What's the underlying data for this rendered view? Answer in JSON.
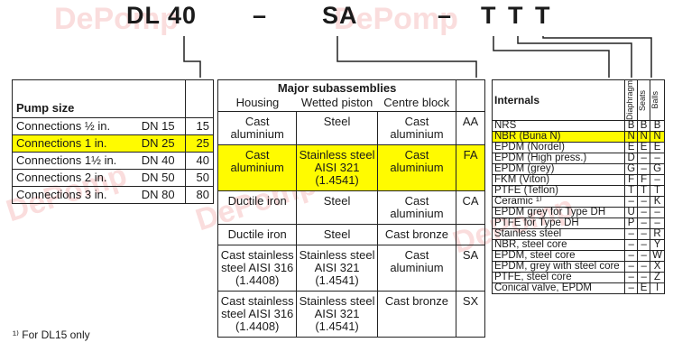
{
  "code": {
    "model": "DL 40",
    "dash1": "–",
    "sa": "SA",
    "dash2": "–",
    "t1": "T",
    "t2": "T",
    "t3": "T"
  },
  "pump": {
    "title": "Pump size",
    "rows": [
      {
        "conn": "Connections ½ in.",
        "dn": "DN 15",
        "val": "15",
        "hl": false
      },
      {
        "conn": "Connections 1 in.",
        "dn": "DN 25",
        "val": "25",
        "hl": true
      },
      {
        "conn": "Connections 1½ in.",
        "dn": "DN 40",
        "val": "40",
        "hl": false
      },
      {
        "conn": "Connections 2 in.",
        "dn": "DN 50",
        "val": "50",
        "hl": false
      },
      {
        "conn": "Connections 3 in.",
        "dn": "DN 80",
        "val": "80",
        "hl": false
      }
    ]
  },
  "major": {
    "title": "Major subassemblies",
    "headers": [
      "Housing",
      "Wetted piston",
      "Centre block"
    ],
    "rows": [
      {
        "h": "Cast aluminium",
        "p": "Steel",
        "c": "Cast aluminium",
        "code": "AA",
        "hl": false
      },
      {
        "h": "Cast aluminium",
        "p": "Stainless steel AISI 321 (1.4541)",
        "c": "Cast aluminium",
        "code": "FA",
        "hl": true
      },
      {
        "h": "Ductile iron",
        "p": "Steel",
        "c": "Cast aluminium",
        "code": "CA",
        "hl": false
      },
      {
        "h": "Ductile iron",
        "p": "Steel",
        "c": "Cast bronze",
        "code": "",
        "hl": false
      },
      {
        "h": "Cast stainless steel AISI 316 (1.4408)",
        "p": "Stainless steel AISI 321 (1.4541)",
        "c": "Cast aluminium",
        "code": "SA",
        "hl": false
      },
      {
        "h": "Cast stainless steel AISI 316 (1.4408)",
        "p": "Stainless steel AISI 321 (1.4541)",
        "c": "Cast bronze",
        "code": "SX",
        "hl": false
      }
    ]
  },
  "internals": {
    "title": "Internals",
    "cols": [
      "Diaphragm",
      "Seats",
      "Balls"
    ],
    "rows": [
      {
        "n": "NRS",
        "a": "B",
        "b": "B",
        "c": "B",
        "hl": false
      },
      {
        "n": "NBR (Buna N)",
        "a": "N",
        "b": "N",
        "c": "N",
        "hl": true
      },
      {
        "n": "EPDM (Nordel)",
        "a": "E",
        "b": "E",
        "c": "E",
        "hl": false
      },
      {
        "n": "EPDM (High press.)",
        "a": "D",
        "b": "–",
        "c": "–",
        "hl": false
      },
      {
        "n": "EPDM (grey)",
        "a": "G",
        "b": "–",
        "c": "G",
        "hl": false
      },
      {
        "n": "FKM (Viton)",
        "a": "F",
        "b": "F",
        "c": "–",
        "hl": false
      },
      {
        "n": "PTFE (Teflon)",
        "a": "T",
        "b": "T",
        "c": "T",
        "hl": false
      },
      {
        "n": "Ceramic ¹⁾",
        "a": "–",
        "b": "–",
        "c": "K",
        "hl": false
      },
      {
        "n": "EPDM grey for Type DH",
        "a": "U",
        "b": "–",
        "c": "–",
        "hl": false
      },
      {
        "n": "PTFE for Type DH",
        "a": "P",
        "b": "–",
        "c": "–",
        "hl": false
      },
      {
        "n": "Stainless steel",
        "a": "–",
        "b": "–",
        "c": "R",
        "hl": false
      },
      {
        "n": "NBR, steel core",
        "a": "–",
        "b": "–",
        "c": "Y",
        "hl": false
      },
      {
        "n": "EPDM, steel core",
        "a": "–",
        "b": "–",
        "c": "W",
        "hl": false
      },
      {
        "n": "EPDM, grey with steel core",
        "a": "–",
        "b": "–",
        "c": "X",
        "hl": false
      },
      {
        "n": "PTFE, steel core",
        "a": "–",
        "b": "–",
        "c": "Z",
        "hl": false
      },
      {
        "n": "Conical valve, EPDM",
        "a": "–",
        "b": "E",
        "c": "I",
        "hl": false
      }
    ]
  },
  "footnote": "¹⁾ For DL15 only",
  "watermark": "DePomp"
}
